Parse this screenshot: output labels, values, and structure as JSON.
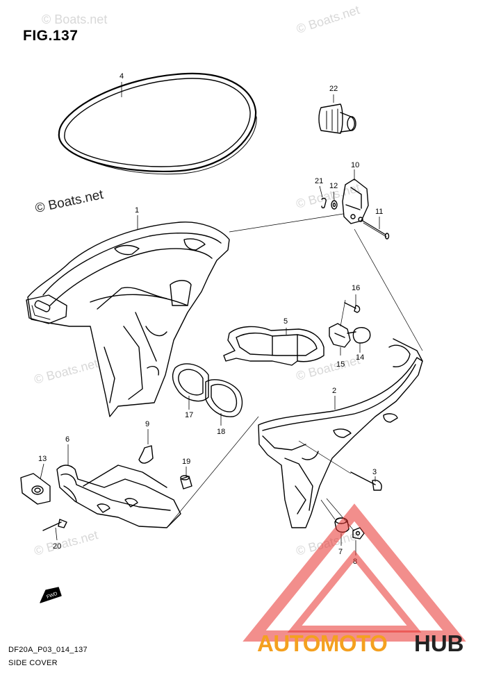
{
  "figure": {
    "title": "FIG.137"
  },
  "footer": {
    "code": "DF20A_P03_014_137",
    "caption": "SIDE COVER"
  },
  "watermark": {
    "text": "© Boats.net"
  },
  "logo": {
    "brand_left": "AUTOMOTO",
    "brand_right": "HUB",
    "color_red": "#e8312d",
    "color_orange": "#f4a020"
  },
  "fwd_label": "FWD",
  "parts": [
    {
      "id": "p1",
      "number": "1"
    },
    {
      "id": "p2",
      "number": "2"
    },
    {
      "id": "p3",
      "number": "3"
    },
    {
      "id": "p4",
      "number": "4"
    },
    {
      "id": "p5",
      "number": "5"
    },
    {
      "id": "p6",
      "number": "6"
    },
    {
      "id": "p7",
      "number": "7"
    },
    {
      "id": "p8",
      "number": "8"
    },
    {
      "id": "p9",
      "number": "9"
    },
    {
      "id": "p10",
      "number": "10"
    },
    {
      "id": "p11",
      "number": "11"
    },
    {
      "id": "p12",
      "number": "12"
    },
    {
      "id": "p13",
      "number": "13"
    },
    {
      "id": "p14",
      "number": "14"
    },
    {
      "id": "p15",
      "number": "15"
    },
    {
      "id": "p16",
      "number": "16"
    },
    {
      "id": "p17",
      "number": "17"
    },
    {
      "id": "p18",
      "number": "18"
    },
    {
      "id": "p19",
      "number": "19"
    },
    {
      "id": "p20",
      "number": "20"
    },
    {
      "id": "p21",
      "number": "21"
    },
    {
      "id": "p22",
      "number": "22"
    }
  ]
}
